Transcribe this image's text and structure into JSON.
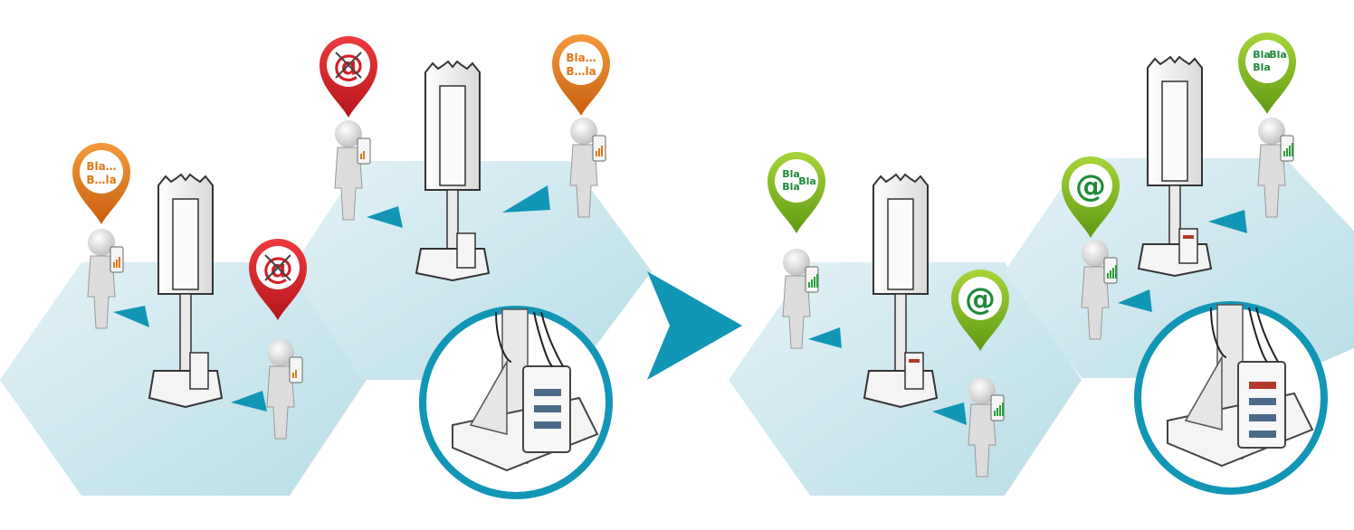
{
  "pins": {
    "before_left_talk": "Bla… B…la",
    "before_right_talk": "Bla… B…la",
    "before_data_a": "@",
    "before_data_b": "@",
    "after_left_talk": "Bla Bla Bla",
    "after_right_talk": "Bla Bla Bla",
    "after_data_a": "@",
    "after_data_b": "@"
  },
  "colors": {
    "hex_fill": "#cfe8ee",
    "accent": "#1296b6",
    "pin_orange": "#e07818",
    "pin_red": "#d21f26",
    "pin_green": "#7ab51d",
    "signal_weak": "#e07818",
    "signal_strong": "#2a9d3a"
  },
  "icons": {
    "arrow": "play-arrow-icon",
    "tower": "antenna-tower-icon",
    "person": "person-on-phone-icon"
  }
}
